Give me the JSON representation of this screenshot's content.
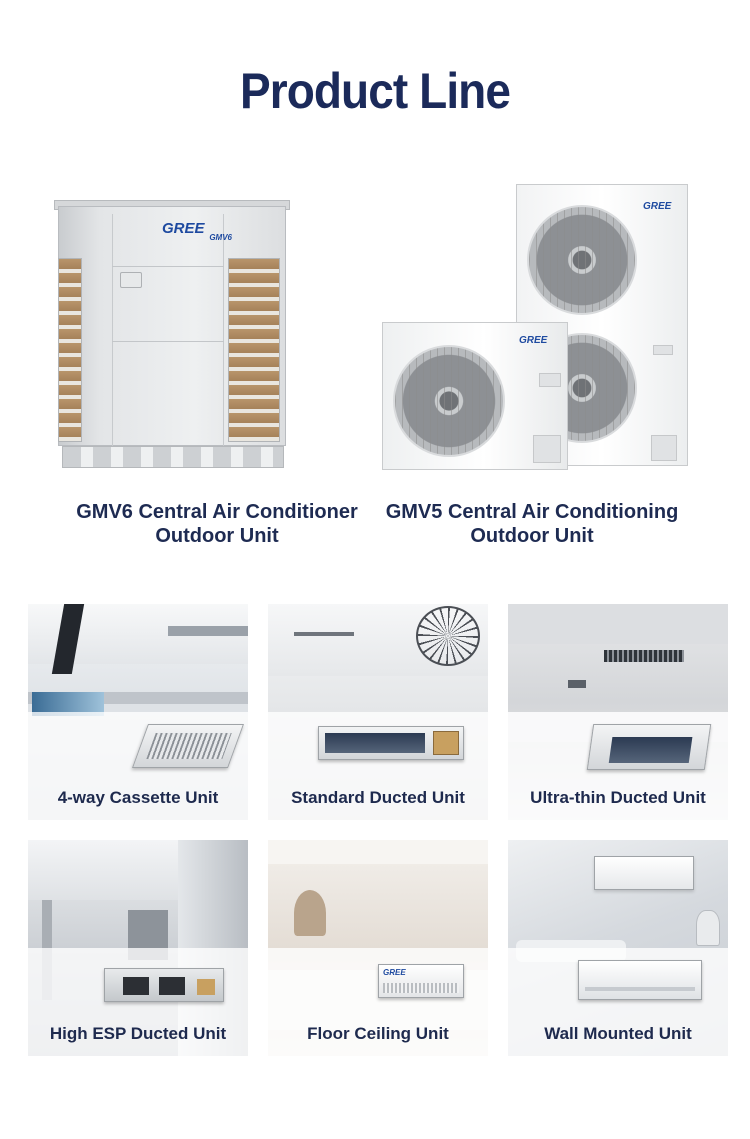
{
  "title": "Product Line",
  "outdoor_units": [
    {
      "line1": "GMV6 Central Air Conditioner",
      "line2": "Outdoor Unit",
      "logo": "GREE",
      "sublogo": "GMV6"
    },
    {
      "line1": "GMV5 Central Air Conditioning",
      "line2": "Outdoor Unit",
      "logo": "GREE"
    }
  ],
  "indoor_units": [
    {
      "label": "4-way Cassette Unit"
    },
    {
      "label": "Standard Ducted Unit"
    },
    {
      "label": "Ultra-thin Ducted Unit"
    },
    {
      "label": "High ESP Ducted Unit"
    },
    {
      "label": "Floor Ceiling Unit",
      "logo": "GREE"
    },
    {
      "label": "Wall Mounted Unit"
    }
  ]
}
